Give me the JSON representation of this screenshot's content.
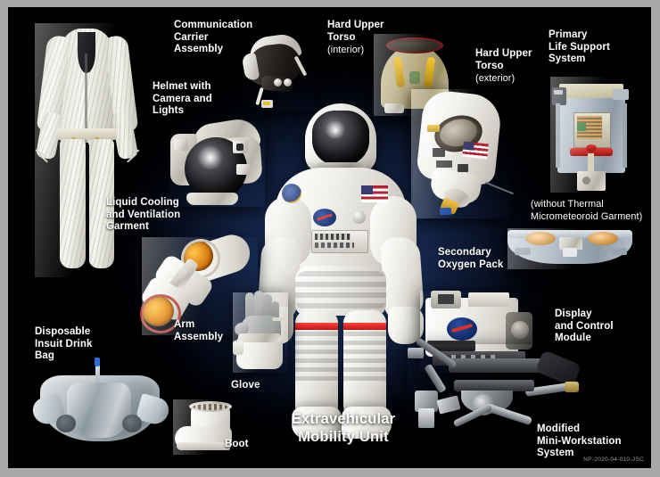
{
  "poster": {
    "title": "Extravehicular\nMobility Unit",
    "credit": "NP-2020-04-010-JSC",
    "frame_color": "#a9a9a9",
    "background_color": "#000000",
    "glow_color": "#1d3464"
  },
  "labels": [
    {
      "id": "communication-carrier-assembly",
      "text": "Communication\nCarrier\nAssembly",
      "align": "left"
    },
    {
      "id": "hard-upper-torso-interior",
      "text": "Hard Upper\nTorso",
      "sub": "(interior)",
      "align": "left"
    },
    {
      "id": "hard-upper-torso-exterior",
      "text": "Hard Upper\nTorso",
      "sub": "(exterior)",
      "align": "left"
    },
    {
      "id": "primary-life-support-system",
      "text": "Primary\nLife Support\nSystem",
      "align": "left"
    },
    {
      "id": "helmet-with-camera-and-lights",
      "text": "Helmet with\nCamera and\nLights",
      "align": "left"
    },
    {
      "id": "liquid-cooling-and-ventilation-garment",
      "text": "Liquid Cooling\nand Ventilation\nGarment",
      "align": "left"
    },
    {
      "id": "without-thermal-micrometeoroid-garment",
      "text": "(without Thermal\nMicrometeoroid Garment)",
      "align": "left"
    },
    {
      "id": "secondary-oxygen-pack",
      "text": "Secondary\nOxygen Pack",
      "align": "left"
    },
    {
      "id": "arm-assembly",
      "text": "Arm\nAssembly",
      "align": "left"
    },
    {
      "id": "display-and-control-module",
      "text": "Display\nand Control\nModule",
      "align": "left"
    },
    {
      "id": "disposable-insuit-drink-bag",
      "text": "Disposable\nInsuit Drink\nBag",
      "align": "left"
    },
    {
      "id": "glove",
      "text": "Glove",
      "align": "left"
    },
    {
      "id": "boot",
      "text": "Boot",
      "align": "left"
    },
    {
      "id": "modified-mini-workstation-system",
      "text": "Modified\nMini-Workstation\nSystem",
      "align": "left"
    }
  ],
  "components": [
    {
      "id": "liquid-cooling-garment",
      "name": "Liquid Cooling and Ventilation Garment"
    },
    {
      "id": "communication-carrier",
      "name": "Communication Carrier Assembly"
    },
    {
      "id": "helmet-assembly",
      "name": "Helmet with Camera and Lights"
    },
    {
      "id": "hut-interior",
      "name": "Hard Upper Torso (interior)"
    },
    {
      "id": "hut-exterior",
      "name": "Hard Upper Torso (exterior)"
    },
    {
      "id": "plss",
      "name": "Primary Life Support System"
    },
    {
      "id": "secondary-oxygen-pack",
      "name": "Secondary Oxygen Pack"
    },
    {
      "id": "emu-suit",
      "name": "Extravehicular Mobility Unit full suit"
    },
    {
      "id": "arm-assembly",
      "name": "Arm Assembly"
    },
    {
      "id": "glove",
      "name": "Glove"
    },
    {
      "id": "drink-bag",
      "name": "Disposable Insuit Drink Bag"
    },
    {
      "id": "boot",
      "name": "Boot"
    },
    {
      "id": "dcm",
      "name": "Display and Control Module"
    },
    {
      "id": "mini-workstation",
      "name": "Modified Mini-Workstation System"
    }
  ]
}
